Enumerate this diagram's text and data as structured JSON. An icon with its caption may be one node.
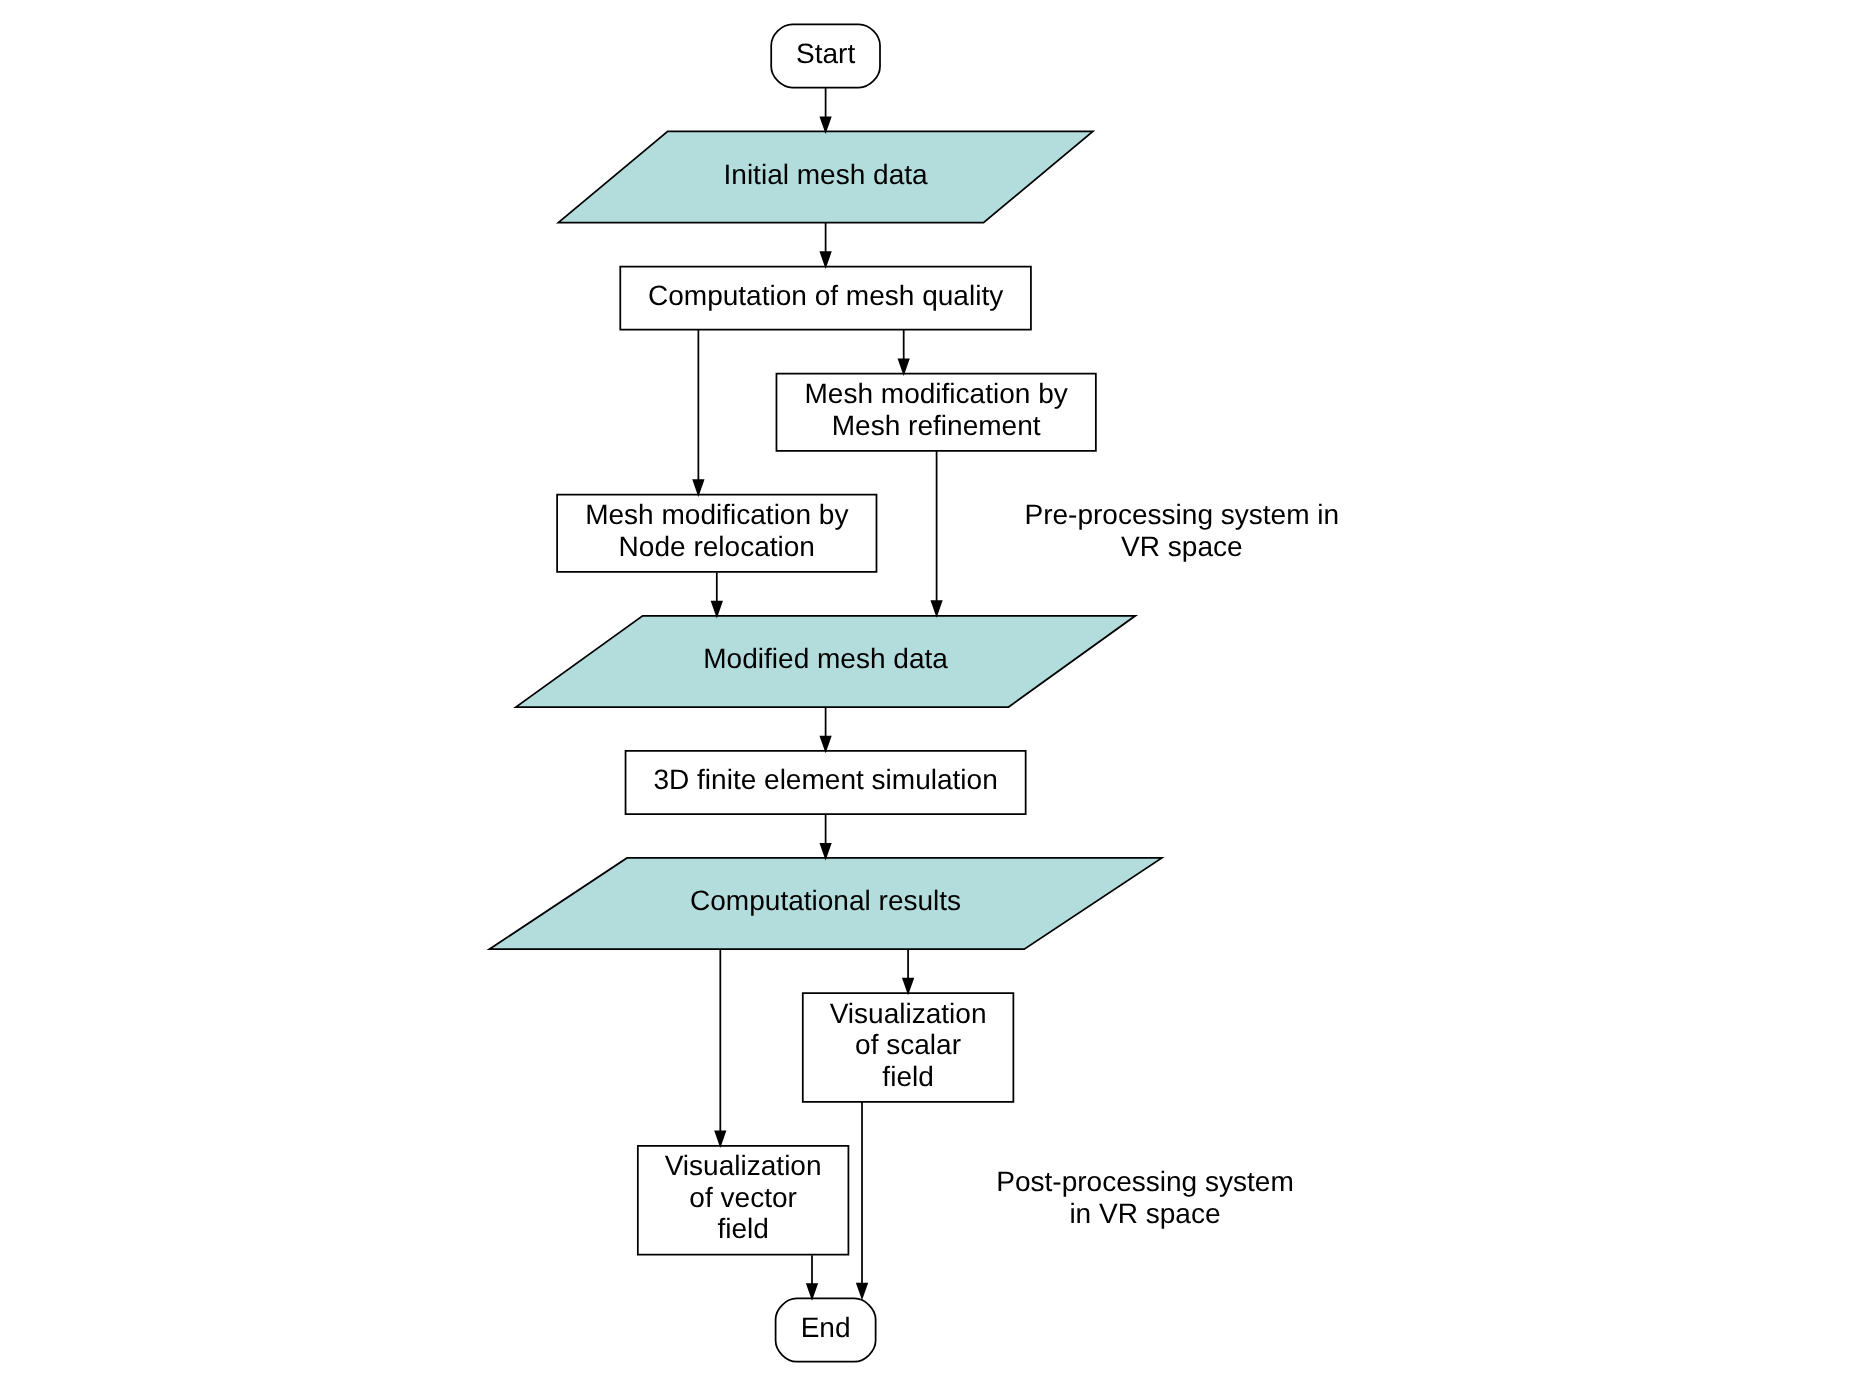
{
  "diagram": {
    "nodes": [
      {
        "text": [
          "Start"
        ]
      },
      {
        "text": [
          "Initial mesh data"
        ]
      },
      {
        "text": [
          "Computation of mesh quality"
        ]
      },
      {
        "text": [
          "Mesh modification by Node relocation"
        ]
      },
      {
        "text": [
          "Mesh modification by Mesh refinement"
        ]
      },
      {
        "text": [
          "Modified mesh data"
        ]
      },
      {
        "text": [
          "3D finite element simulation"
        ]
      },
      {
        "text": [
          "Computational results"
        ]
      },
      {
        "text": [
          "Visualization of vector field"
        ]
      },
      {
        "text": [
          "Visualization of scalar field"
        ]
      },
      {
        "text": [
          "End"
        ]
      }
    ],
    "edges": [
      {
        "from": 0,
        "to": 1,
        "arrow": "to"
      },
      {
        "from": 1,
        "to": 2,
        "arrow": "to"
      },
      {
        "from": 2,
        "to": 3,
        "arrow": "to"
      },
      {
        "from": 2,
        "to": 4,
        "arrow": "to"
      },
      {
        "from": 3,
        "to": 5,
        "arrow": "to"
      },
      {
        "from": 4,
        "to": 5,
        "arrow": "to"
      },
      {
        "from": 5,
        "to": 6,
        "arrow": "to"
      },
      {
        "from": 6,
        "to": 7,
        "arrow": "to"
      },
      {
        "from": 7,
        "to": 8,
        "arrow": "to"
      },
      {
        "from": 7,
        "to": 9,
        "arrow": "to"
      },
      {
        "from": 8,
        "to": 10,
        "arrow": "to"
      },
      {
        "from": 9,
        "to": 10,
        "arrow": "to"
      }
    ],
    "labels": [
      "Pre-processing system in VR space",
      "Post-processing system in VR space"
    ]
  }
}
